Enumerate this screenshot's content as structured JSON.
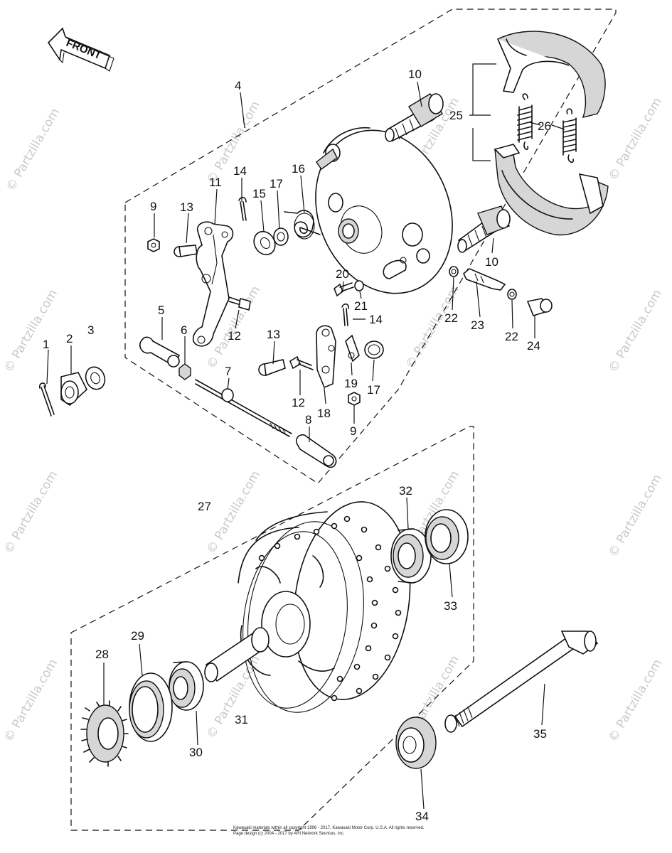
{
  "direction_label": "FRONT",
  "watermark": "© Partzilla.com",
  "footer": {
    "line1": "Kawasaki materials within all copyright 1996 - 2017, Kawasaki Motor Corp. U.S.A.   All rights reserved.",
    "line2": "Page design (c) 2004 - 2017 by ARI Network Services, Inc."
  },
  "callouts": [
    {
      "id": "c1",
      "label": "1"
    },
    {
      "id": "c2",
      "label": "2"
    },
    {
      "id": "c3",
      "label": "3"
    },
    {
      "id": "c4",
      "label": "4"
    },
    {
      "id": "c5",
      "label": "5"
    },
    {
      "id": "c6",
      "label": "6"
    },
    {
      "id": "c7",
      "label": "7"
    },
    {
      "id": "c8",
      "label": "8"
    },
    {
      "id": "c9a",
      "label": "9"
    },
    {
      "id": "c9b",
      "label": "9"
    },
    {
      "id": "c10a",
      "label": "10"
    },
    {
      "id": "c10b",
      "label": "10"
    },
    {
      "id": "c11",
      "label": "11"
    },
    {
      "id": "c12a",
      "label": "12"
    },
    {
      "id": "c12b",
      "label": "12"
    },
    {
      "id": "c13a",
      "label": "13"
    },
    {
      "id": "c13b",
      "label": "13"
    },
    {
      "id": "c14a",
      "label": "14"
    },
    {
      "id": "c14b",
      "label": "14"
    },
    {
      "id": "c15",
      "label": "15"
    },
    {
      "id": "c16",
      "label": "16"
    },
    {
      "id": "c17a",
      "label": "17"
    },
    {
      "id": "c17b",
      "label": "17"
    },
    {
      "id": "c18",
      "label": "18"
    },
    {
      "id": "c19",
      "label": "19"
    },
    {
      "id": "c20",
      "label": "20"
    },
    {
      "id": "c21",
      "label": "21"
    },
    {
      "id": "c22a",
      "label": "22"
    },
    {
      "id": "c22b",
      "label": "22"
    },
    {
      "id": "c23",
      "label": "23"
    },
    {
      "id": "c24",
      "label": "24"
    },
    {
      "id": "c25",
      "label": "25"
    },
    {
      "id": "c26",
      "label": "26"
    },
    {
      "id": "c27",
      "label": "27"
    },
    {
      "id": "c28",
      "label": "28"
    },
    {
      "id": "c29",
      "label": "29"
    },
    {
      "id": "c30",
      "label": "30"
    },
    {
      "id": "c31",
      "label": "31"
    },
    {
      "id": "c32",
      "label": "32"
    },
    {
      "id": "c33",
      "label": "33"
    },
    {
      "id": "c34",
      "label": "34"
    },
    {
      "id": "c35",
      "label": "35"
    }
  ]
}
